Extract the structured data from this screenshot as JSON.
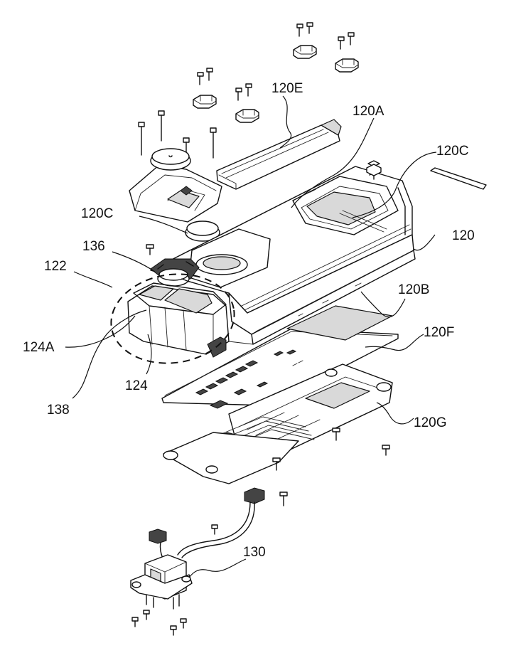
{
  "figure": {
    "labels": {
      "l120E": "120E",
      "l120A": "120A",
      "l120C_right": "120C",
      "l120C_left": "120C",
      "l120": "120",
      "l136": "136",
      "l122": "122",
      "l120B": "120B",
      "l120F": "120F",
      "l124A": "124A",
      "l124": "124",
      "l138": "138",
      "l120G": "120G",
      "l130": "130"
    }
  }
}
